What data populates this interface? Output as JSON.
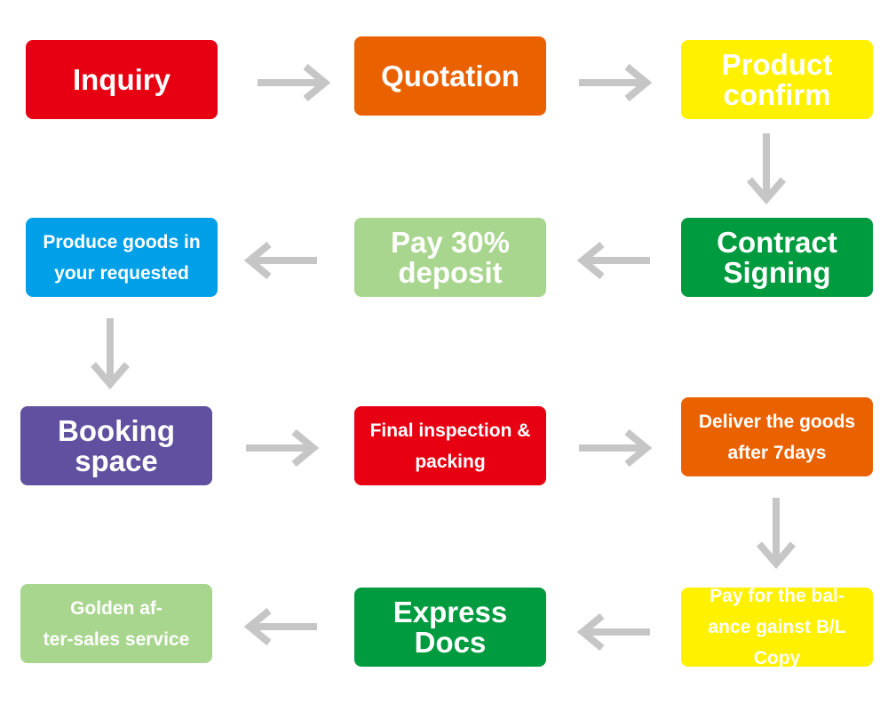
{
  "steps": [
    {
      "label": "Inquiry",
      "color": "#e60012"
    },
    {
      "label": "Quotation",
      "color": "#ea6100"
    },
    {
      "label": "Product\nconfirm",
      "color": "#fff100"
    },
    {
      "label": "Contract\nSigning",
      "color": "#009b3e"
    },
    {
      "label": "Pay 30%\ndeposit",
      "color": "#a8d68e"
    },
    {
      "label": "Produce goods in\nyour requested",
      "color": "#00a0e9"
    },
    {
      "label": "Booking\nspace",
      "color": "#60509f"
    },
    {
      "label": "Final inspection &\npacking",
      "color": "#e60012"
    },
    {
      "label": "Deliver the goods\nafter 7days",
      "color": "#ea6100"
    },
    {
      "label": "Pay for the bal-\nance gainst B/L\nCopy",
      "color": "#fff100"
    },
    {
      "label": "Express\nDocs",
      "color": "#009b3e"
    },
    {
      "label": "Golden af-\nter-sales service",
      "color": "#a8d68e"
    }
  ],
  "arrow_color": "#c6c6c6",
  "arrow_icon": "arrow-icon"
}
